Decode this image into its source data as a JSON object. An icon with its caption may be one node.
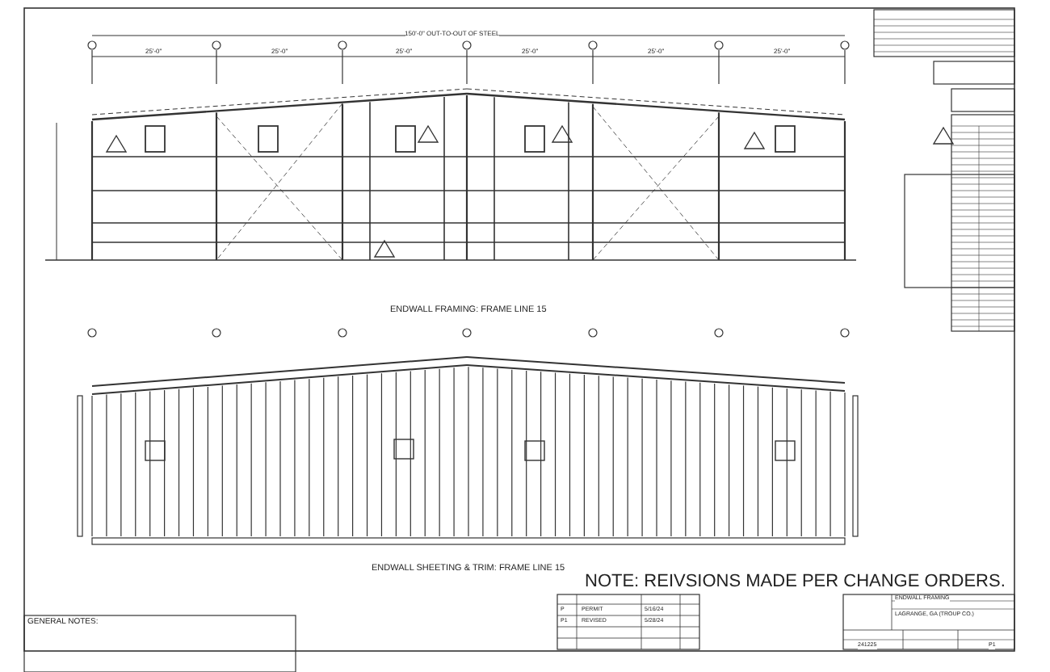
{
  "diagram": {
    "labels": [
      "150'-0\" OUT-TO-OUT OF STEEL",
      "25'-0\"",
      "25'-0\"",
      "25'-0\"",
      "25'-0\"",
      "25'-0\"",
      "25'-0\"",
      "ENDWALL FRAMING: FRAME LINE 15",
      "ENDWALL SHEETING & TRIM: FRAME LINE 15",
      "NOTE: REIVSIONS MADE PER CHANGE ORDERS.",
      "GENERAL NOTES:",
      "P",
      "PERMIT",
      "5/16/24",
      "P1",
      "REVISED",
      "5/28/24",
      "ENDWALL FRAMING",
      "LAGRANGE, GA (TROUP CO.)",
      "241225",
      "P1"
    ]
  }
}
